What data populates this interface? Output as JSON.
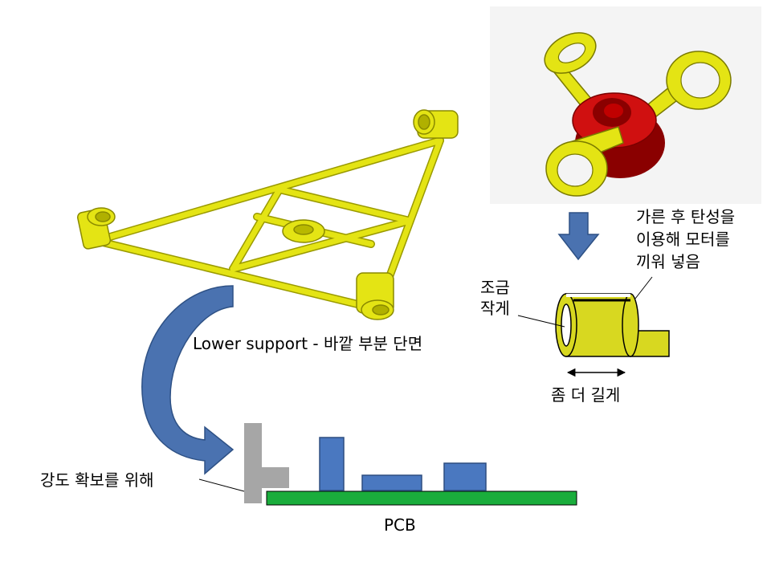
{
  "labels": {
    "lower_support": "Lower support - 바깥 부분 단면",
    "slightly_smaller_1": "조금",
    "slightly_smaller_2": "작게",
    "install_1": "가른 후 탄성을",
    "install_2": "이용해 모터를",
    "install_3": "끼워 넣음",
    "longer": "좀 더 길게",
    "strength": "강도 확보를 위해",
    "pcb": "PCB"
  },
  "colors": {
    "part_yellow": "#e4e414",
    "part_edge": "#8a8a00",
    "motor_red": "#d01010",
    "motor_dark": "#8a0000",
    "arrow_blue": "#4a72b0",
    "arrow_dark": "#2e5185",
    "component_blue": "#4a78c0",
    "pcb_green": "#1aad3c",
    "support_gray": "#a6a6a6",
    "sleeve_yellow": "#d8d820"
  },
  "icons": {
    "lower_support": "triangular-truss-frame",
    "motor_holder": "motor-mount-with-red-motor",
    "curved_arrow": "curved-arrow-icon",
    "down_arrow": "down-arrow-icon"
  }
}
